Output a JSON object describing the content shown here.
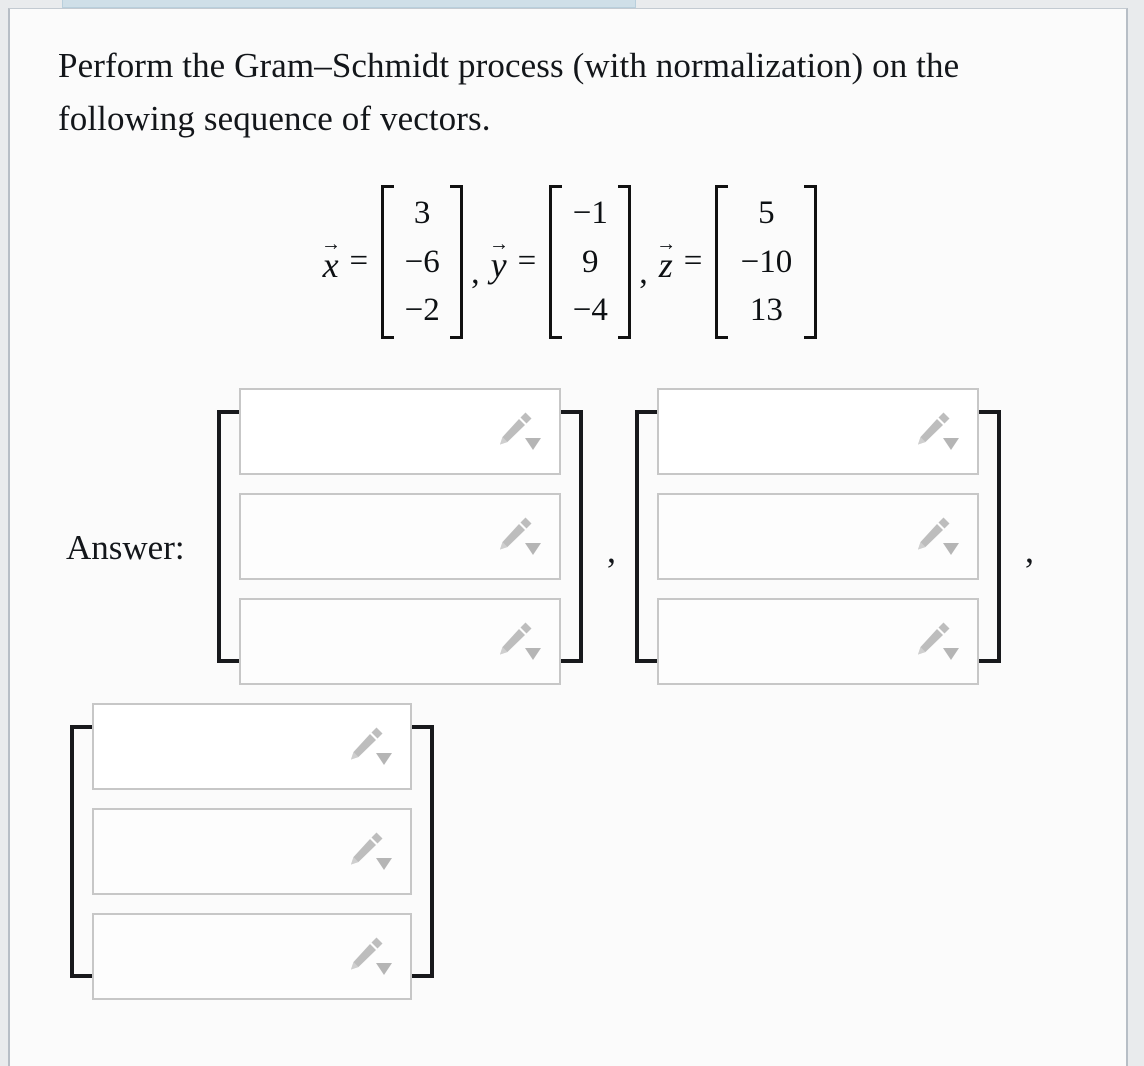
{
  "page": {
    "background_color": "#e9ebed",
    "card_background": "#fbfbfb",
    "tab_color": "#cfdfe8"
  },
  "prompt": {
    "text": "Perform the Gram–Schmidt process (with normalization) on the following sequence of vectors."
  },
  "given_vectors": [
    {
      "name": "x",
      "arrow": "⃗",
      "equals": "=",
      "entries": [
        "3",
        "−6",
        "−2"
      ]
    },
    {
      "name": "y",
      "arrow": "⃗",
      "equals": "=",
      "entries": [
        "−1",
        "9",
        "−4"
      ]
    },
    {
      "name": "z",
      "arrow": "⃗",
      "equals": "=",
      "entries": [
        "5",
        "−10",
        "13"
      ]
    }
  ],
  "separators": {
    "comma": ","
  },
  "answer": {
    "label": "Answer:",
    "matrices": [
      {
        "id": "answer-matrix-1",
        "rows": [
          {
            "value": "",
            "placeholder": "",
            "icon": "pencil-dropdown-icon"
          },
          {
            "value": "",
            "placeholder": "",
            "icon": "pencil-dropdown-icon"
          },
          {
            "value": "",
            "placeholder": "",
            "icon": "pencil-dropdown-icon"
          }
        ]
      },
      {
        "id": "answer-matrix-2",
        "rows": [
          {
            "value": "",
            "placeholder": "",
            "icon": "pencil-dropdown-icon"
          },
          {
            "value": "",
            "placeholder": "",
            "icon": "pencil-dropdown-icon"
          },
          {
            "value": "",
            "placeholder": "",
            "icon": "pencil-dropdown-icon"
          }
        ]
      },
      {
        "id": "answer-matrix-3",
        "rows": [
          {
            "value": "",
            "placeholder": "",
            "icon": "pencil-dropdown-icon"
          },
          {
            "value": "",
            "placeholder": "",
            "icon": "pencil-dropdown-icon"
          },
          {
            "value": "",
            "placeholder": "",
            "icon": "pencil-dropdown-icon"
          }
        ]
      }
    ]
  },
  "colors": {
    "text": "#13161a",
    "input_border": "#c7c7c7",
    "bracket": "#18191c",
    "icon_gray": "#bdbdbd"
  }
}
